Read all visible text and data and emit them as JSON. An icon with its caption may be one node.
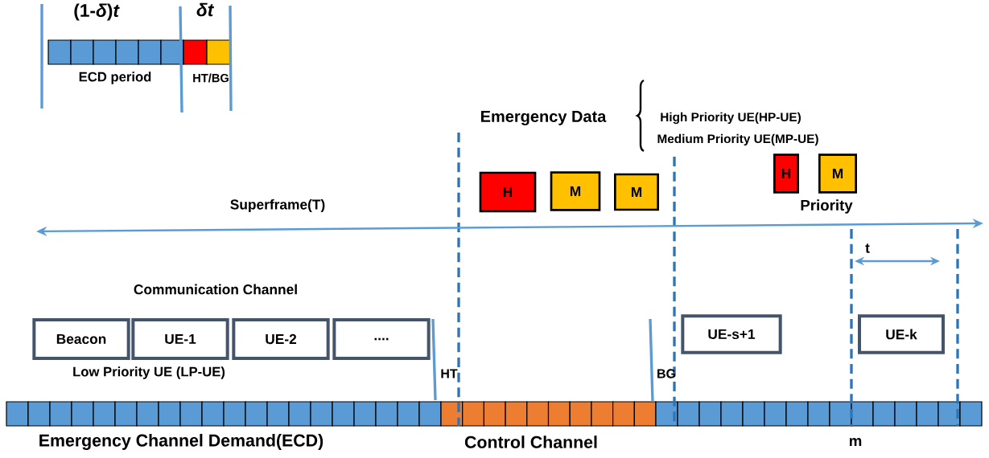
{
  "diagram": {
    "nodes": [
      {
        "text": [
          "Beacon"
        ]
      },
      {
        "text": [
          "UE-1"
        ]
      },
      {
        "text": [
          "UE-2"
        ]
      },
      {
        "text": [
          "...."
        ]
      },
      {
        "text": [
          "UE-s+1"
        ]
      },
      {
        "text": [
          "UE-k"
        ]
      },
      {
        "text": [
          "H"
        ]
      },
      {
        "text": [
          "M"
        ]
      },
      {
        "text": [
          "M"
        ]
      },
      {
        "text": [
          "H"
        ]
      },
      {
        "text": [
          "M"
        ]
      }
    ],
    "labels": [
      "(1-*δ*)*t*",
      "*δt*",
      "ECD period",
      "HT/BG",
      "Emergency  Data",
      "High Priority UE(HP-UE)",
      "Medium Priority UE(MP-UE)",
      "Superframe(T)",
      "Priority",
      "t",
      "Communication Channel",
      "Low Priority UE (LP-UE)",
      "HT",
      "BG",
      "Emergency Channel Demand(ECD)",
      "Control Channel",
      "m"
    ]
  }
}
